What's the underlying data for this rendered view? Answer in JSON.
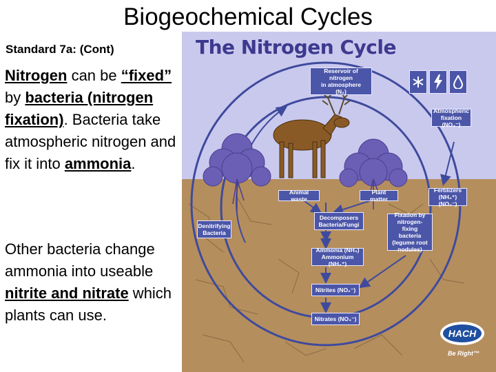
{
  "slide": {
    "title": "Biogeochemical Cycles",
    "subtitle": "Standard 7a: (Cont)",
    "p1": {
      "t1": "Nitrogen",
      "t2": " can be ",
      "t3": "“fixed”",
      "t4": " by ",
      "t5": "bacteria (nitrogen fixation)",
      "t6": ". Bacteria take atmospheric nitrogen and fix it into ",
      "t7": "ammonia",
      "t8": "."
    },
    "p2": {
      "t1": "Other bacteria change ammonia into useable ",
      "t2": "nitrite and nitrate",
      "t3": " which plants can use."
    }
  },
  "figure": {
    "title": "The Nitrogen Cycle",
    "boxes": {
      "reservoir": "Reservoir of nitrogen\nin atmosphere\n(N₂)",
      "atmospheric_fixation": "Atmospheric\nfixation (NO₃⁻)",
      "animal_waste": "Animal waste",
      "plant_matter": "Plant matter",
      "fertilizers": "Fertilizers\n(NH₄⁺) (NO₃⁻)",
      "denitrifying": "Denitrifying\nBacteria",
      "decomposers": "Decomposers\nBacteria/Fungi",
      "fixation_bacteria": "Fixation by\nnitrogen-fixing\nbacteria\n(legume root\nnodules)",
      "ammonia": "Ammonia (NH₃)\nAmmonium (NH₄⁺)",
      "nitrites": "Nitrites (NO₂⁻)",
      "nitrates": "Nitrates (NO₃⁻)"
    },
    "logo": {
      "brand": "HACH",
      "tagline": "Be Right™"
    },
    "icons": [
      "snowflake-icon",
      "lightning-icon",
      "water-drop-icon"
    ],
    "colors": {
      "sky": "#c9c9ee",
      "soil": "#b58e5e",
      "box": "#4b56a8",
      "title": "#3d3a8e",
      "arrow": "#3e4a9c",
      "shrub": "#6a5fb4"
    }
  }
}
